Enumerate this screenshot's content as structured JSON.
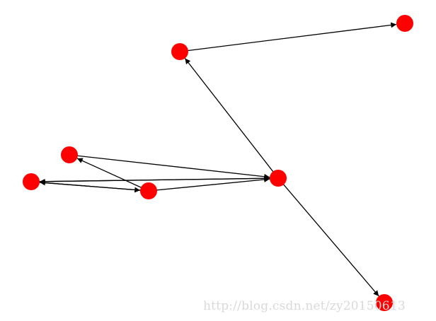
{
  "graph": {
    "node_color": "#ff0000",
    "edge_color": "#000000",
    "directed": true,
    "nodes": [
      {
        "id": "n1"
      },
      {
        "id": "n2"
      },
      {
        "id": "n3"
      },
      {
        "id": "n4"
      },
      {
        "id": "n5"
      },
      {
        "id": "n6"
      },
      {
        "id": "n7"
      }
    ],
    "edges": [
      {
        "from": "n2",
        "to": "n1"
      },
      {
        "from": "n4",
        "to": "n2"
      },
      {
        "from": "n4",
        "to": "n7"
      },
      {
        "from": "n3",
        "to": "n4"
      },
      {
        "from": "n6",
        "to": "n4"
      },
      {
        "from": "n4",
        "to": "n5"
      },
      {
        "from": "n5",
        "to": "n4"
      },
      {
        "from": "n6",
        "to": "n3"
      },
      {
        "from": "n5",
        "to": "n6"
      },
      {
        "from": "n6",
        "to": "n5"
      }
    ]
  },
  "watermark": {
    "text": "http://blog.csdn.net/zy20150613",
    "color": "#d9d9d9"
  }
}
